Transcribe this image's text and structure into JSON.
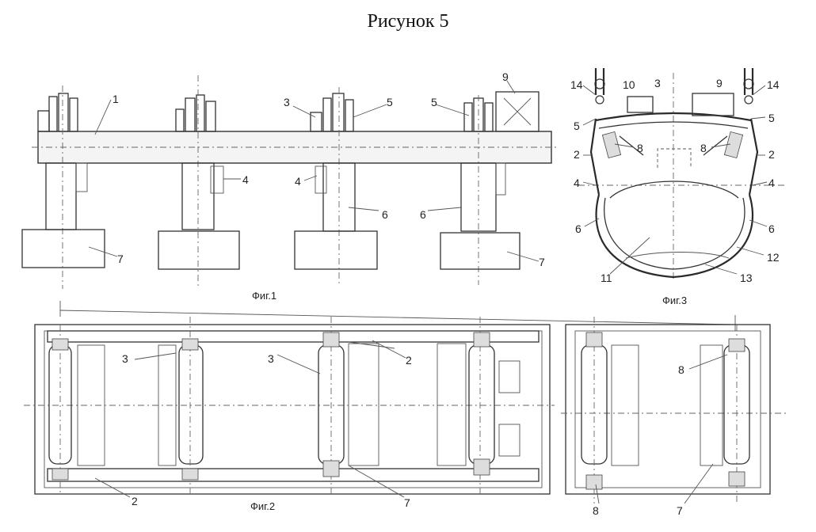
{
  "title": "Рисунок 5",
  "captions": {
    "fig1": "Фиг.1",
    "fig2": "Фиг.2",
    "fig3": "Фиг.3"
  },
  "fig1_labels": [
    "1",
    "3",
    "5",
    "5",
    "9",
    "4",
    "4",
    "6",
    "6",
    "7",
    "7"
  ],
  "fig3_labels": [
    "14",
    "10",
    "3",
    "9",
    "14",
    "5",
    "5",
    "8",
    "8",
    "2",
    "2",
    "4",
    "4",
    "6",
    "6",
    "11",
    "12",
    "13"
  ],
  "fig2_labels": [
    "3",
    "3",
    "2",
    "8",
    "2",
    "7",
    "8",
    "7"
  ]
}
